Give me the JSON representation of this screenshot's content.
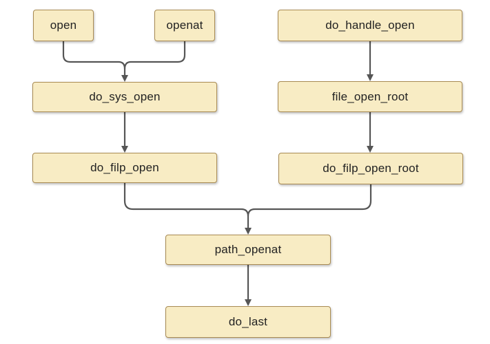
{
  "diagram": {
    "nodes": {
      "open": "open",
      "openat": "openat",
      "do_handle_open": "do_handle_open",
      "do_sys_open": "do_sys_open",
      "file_open_root": "file_open_root",
      "do_filp_open": "do_filp_open",
      "do_filp_open_root": "do_filp_open_root",
      "path_openat": "path_openat",
      "do_last": "do_last"
    },
    "edges": [
      {
        "from": "open",
        "to": "do_sys_open"
      },
      {
        "from": "openat",
        "to": "do_sys_open"
      },
      {
        "from": "do_handle_open",
        "to": "file_open_root"
      },
      {
        "from": "do_sys_open",
        "to": "do_filp_open"
      },
      {
        "from": "file_open_root",
        "to": "do_filp_open_root"
      },
      {
        "from": "do_filp_open",
        "to": "path_openat"
      },
      {
        "from": "do_filp_open_root",
        "to": "path_openat"
      },
      {
        "from": "path_openat",
        "to": "do_last"
      }
    ],
    "colors": {
      "node_fill": "#f8ecc4",
      "node_border": "#a88a52",
      "connector": "#555555"
    }
  }
}
